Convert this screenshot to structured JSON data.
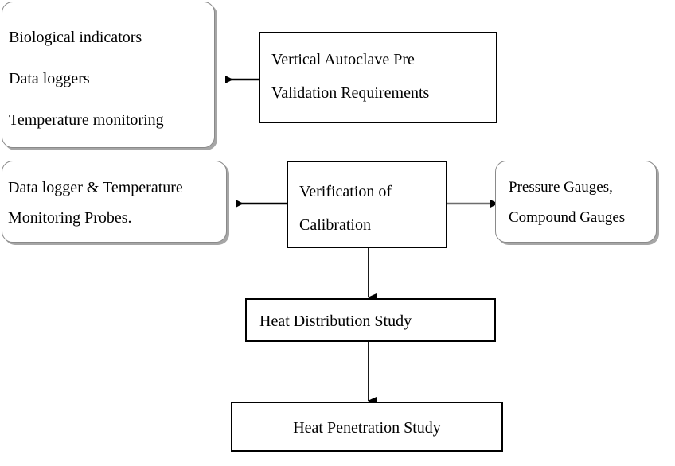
{
  "diagram": {
    "title": "Vertical Autoclave Pre Validation Requirements flowchart",
    "background_color": "#ffffff",
    "line_color": "#000000",
    "rounded_border_color": "#8a8a8a",
    "rounded_shadow_color": "#a6a6a6",
    "nodes": {
      "biological_indicators": {
        "shape": "rounded-rectangle",
        "lines": [
          "Biological indicators",
          "Data loggers",
          "Temperature monitoring"
        ]
      },
      "pre_validation_requirements": {
        "shape": "rectangle",
        "lines": [
          "Vertical Autoclave Pre",
          "Validation Requirements"
        ]
      },
      "data_logger_probes": {
        "shape": "rounded-rectangle",
        "lines": [
          "Data logger & Temperature",
          "Monitoring Probes."
        ]
      },
      "verification_of_calibration": {
        "shape": "rectangle",
        "lines": [
          "Verification of",
          "Calibration"
        ]
      },
      "pressure_gauges": {
        "shape": "rounded-rectangle",
        "lines": [
          "Pressure Gauges,",
          "Compound Gauges"
        ]
      },
      "heat_distribution_study": {
        "shape": "rectangle",
        "lines": [
          "Heat Distribution Study"
        ]
      },
      "heat_penetration_study": {
        "shape": "rectangle",
        "lines": [
          "Heat Penetration Study"
        ]
      }
    },
    "connectors": [
      {
        "name": "prevalidation-to-biological",
        "from": "pre_validation_requirements",
        "to": "biological_indicators",
        "direction": "left"
      },
      {
        "name": "verification-to-datalogger",
        "from": "verification_of_calibration",
        "to": "data_logger_probes",
        "direction": "left"
      },
      {
        "name": "verification-to-gauges",
        "from": "verification_of_calibration",
        "to": "pressure_gauges",
        "direction": "right"
      },
      {
        "name": "verification-to-heat-distribution",
        "from": "verification_of_calibration",
        "to": "heat_distribution_study",
        "direction": "down"
      },
      {
        "name": "heat-distribution-to-heat-penetration",
        "from": "heat_distribution_study",
        "to": "heat_penetration_study",
        "direction": "down"
      }
    ]
  }
}
